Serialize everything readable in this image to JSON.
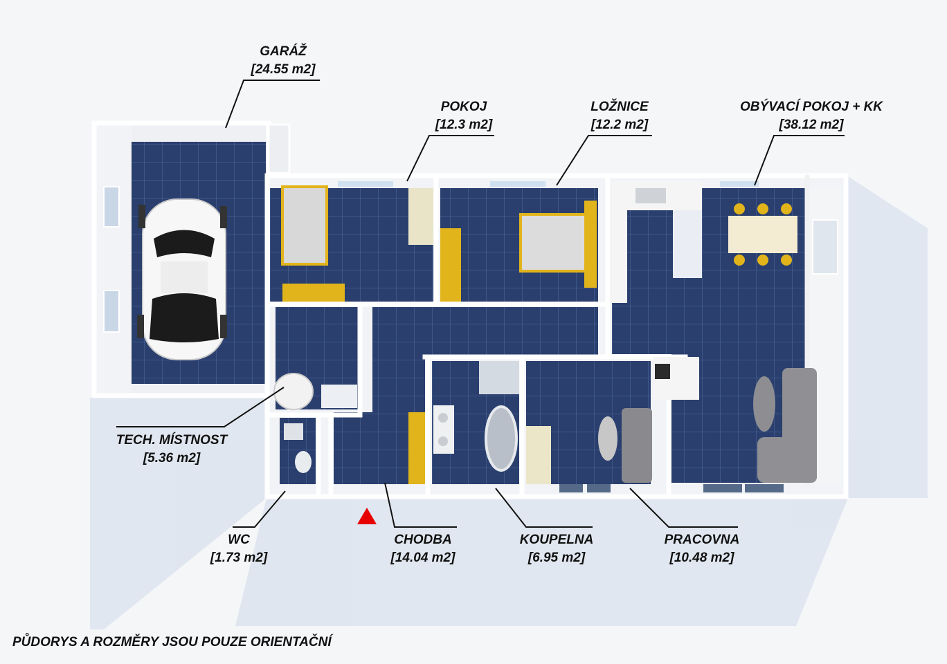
{
  "rooms": {
    "garage": {
      "name": "GARÁŽ",
      "area": "[24.55 m2]"
    },
    "pokoj": {
      "name": "POKOJ",
      "area": "[12.3 m2]"
    },
    "loznice": {
      "name": "LOŽNICE",
      "area": "[12.2 m2]"
    },
    "obyvaci": {
      "name": "OBÝVACÍ POKOJ + KK",
      "area": "[38.12 m2]"
    },
    "tech": {
      "name": "TECH. MÍSTNOST",
      "area": "[5.36 m2]"
    },
    "wc": {
      "name": "WC",
      "area": "[1.73 m2]"
    },
    "chodba": {
      "name": "CHODBA",
      "area": "[14.04 m2]"
    },
    "koupelna": {
      "name": "KOUPELNA",
      "area": "[6.95 m2]"
    },
    "pracovna": {
      "name": "PRACOVNA",
      "area": "[10.48 m2]"
    }
  },
  "footer": "PŮDORYS A ROZMĚRY JSOU POUZE ORIENTAČNÍ",
  "colors": {
    "floor": "#2a3f6e",
    "wall": "#f7f8fa",
    "furniture_yellow": "#e2b41b",
    "entrance_marker": "#e60000"
  }
}
